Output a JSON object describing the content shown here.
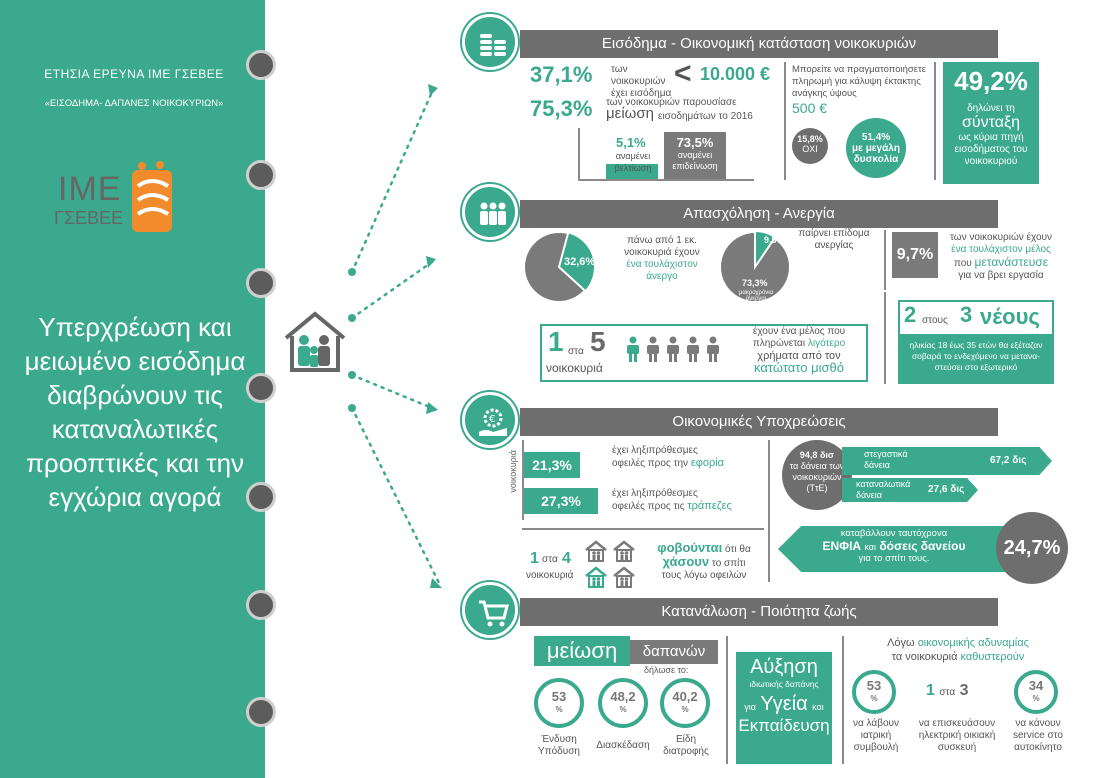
{
  "left": {
    "title1": "ΕΤΗΣΙΑ ΕΡΕΥΝΑ ΙΜΕ ΓΣΕΒΕΕ",
    "title2": "«ΕΙΣΟΔΗΜΑ- ΔΑΠΑΝΕΣ ΝΟΙΚΟΚΥΡΙΩΝ»",
    "logo_top": "ΙΜΕ",
    "logo_bottom": "ΓΣΕΒΕΕ",
    "headline": "Υπερχρέωση και μειωμένο εισόδημα διαβρώνουν τις καταναλωτικές προοπτικές και την εγχώρια αγορά"
  },
  "colors": {
    "accent": "#3aa98e",
    "bar": "#6e6e6e"
  },
  "income": {
    "header": "Εισόδημα - Οικονομική κατάσταση νοικοκυριών",
    "p1": "37,1%",
    "p1_text": "των νοικοκυριών έχει εισόδημα",
    "lt": "<",
    "amount": "10.000 €",
    "p2": "75,3%",
    "p2_text_a": "των νοικοκυριών παρουσίασε",
    "p2_text_b": "μείωση",
    "p2_text_c": "εισοδημάτων το 2016",
    "bar1_value": "5,1%",
    "bar1_label": "αναμένει βελτίωση",
    "bar2_value": "73,5%",
    "bar2_label": "αναμένει επιδείνωση",
    "emergency_text": "Μπορείτε να πραγματοποιήσετε πληρωμή για κάλυψη έκτακτης ανάγκης ύψους",
    "emergency_amount": "500 €",
    "no_value": "15,8%",
    "no_label": "ΟΧΙ",
    "hard_value": "51,4%",
    "hard_label": "με μεγάλη δυσκολία",
    "pension_value": "49,2%",
    "pension_a": "δηλώνει τη",
    "pension_b": "σύνταξη",
    "pension_c": "ως κύρια πηγή εισοδήματος του νοικοκυριού"
  },
  "employment": {
    "header": "Απασχόληση - Ανεργία",
    "pie1_value": "32,6%",
    "pie1_text_a": "πάνω από 1 εκ.",
    "pie1_text_b": "νοικοκυριά έχουν",
    "pie1_text_c": "ένα τουλάχιστον",
    "pie1_text_d": "άνεργο",
    "pie1_fraction": 0.326,
    "pie2_small": "9,5%",
    "pie2_small_fraction": 0.095,
    "pie2_big": "73,3%",
    "pie2_big_label": "μακροχρόνια άνεργοι",
    "pie2_text": "παίρνει επίδομα ανεργίας",
    "migr_value": "9,7%",
    "migr_text_a": "των νοικοκυριών έχουν",
    "migr_text_b": "ένα τουλάχιστον μέλος",
    "migr_text_c": "που",
    "migr_text_d": "μετανάστευσε",
    "migr_text_e": "για να βρει εργασία",
    "one": "1",
    "in": "στα",
    "five": "5",
    "households": "νοικοκυριά",
    "min_text_a": "έχουν ένα μέλος που",
    "min_text_b": "πληρώνεται",
    "min_text_c": "λιγότερο",
    "min_text_d": "χρήματα από τον",
    "min_text_e": "κατώτατο μισθό",
    "youth_two": "2",
    "youth_in": "στους",
    "youth_three": "3",
    "youth_word": "νέους",
    "youth_text": "ηλικίας 18 έως 35 ετών θα εξέταζαν σοβαρά το ενδεχόμενο να μετανα- στεύσει στο εξωτερικό"
  },
  "obligations": {
    "header": "Οικονομικές Υποχρεώσεις",
    "axis_label": "νοικοκυριά",
    "tax_value": "21,3%",
    "tax_text_a": "έχει ληξιπρόθεσμες",
    "tax_text_b": "οφειλές προς την",
    "tax_text_c": "εφορία",
    "bank_value": "27,3%",
    "bank_text_a": "έχει ληξιπρόθεσμες",
    "bank_text_b": "οφειλές προς τις",
    "bank_text_c": "τράπεζες",
    "one": "1",
    "in": "στα",
    "four": "4",
    "households": "νοικοκυριά",
    "fear_a": "φοβούνται",
    "fear_b": "ότι θα",
    "fear_c": "χάσουν",
    "fear_d": "το σπίτι",
    "fear_e": "τους λόγω οφειλών",
    "loans_total": "94,8 δισ",
    "loans_text": "τα δάνεια των νοικοκυριών (ΤτΕ)",
    "housing_label": "στεγαστικά δάνεια",
    "housing_value": "67,2 δις",
    "consumer_label": "καταναλωτικά δάνεια",
    "consumer_value": "27,6 δις",
    "enfia_a": "καταβάλλουν ταυτόχρονα",
    "enfia_b": "ΕΝΦΙΑ",
    "enfia_c": "και",
    "enfia_d": "δόσεις δανείου",
    "enfia_e": "για το σπίτι τους.",
    "enfia_value": "24,7%"
  },
  "consumption": {
    "header": "Κατανάλωση - Ποιότητα ζωής",
    "cut_a": "μείωση",
    "cut_b": "δαπανών",
    "declared": "δήλωσε το:",
    "c1_value": "53",
    "c1_label": "Ένδυση Υπόδυση",
    "c2_value": "48,2",
    "c2_label": "Διασκέδαση",
    "c3_value": "40,2",
    "c3_label": "Είδη διατροφής",
    "pct": "%",
    "inc_a": "Αύξηση",
    "inc_b": "ιδιωτικής δαπάνης",
    "inc_c": "για",
    "inc_d": "Υγεία",
    "inc_e": "και",
    "inc_f": "Εκπαίδευση",
    "delay_a": "Λόγω",
    "delay_b": "οικονομικής αδυναμίας",
    "delay_c": "τα νοικοκυριά",
    "delay_d": "καθυστερούν",
    "d1_value": "53",
    "d1_label": "να λάβουν ιατρική συμβουλή",
    "d2_one": "1",
    "d2_in": "στα",
    "d2_three": "3",
    "d2_label": "να επισκευάσουν ηλεκτρική οικιακή συσκευή",
    "d3_value": "34",
    "d3_label": "να κάνουν service στο αυτοκίνητο"
  }
}
